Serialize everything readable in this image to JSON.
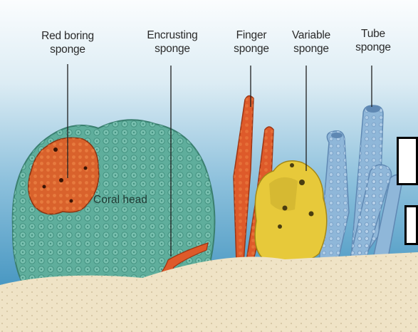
{
  "labels": {
    "red_boring": "Red boring\nsponge",
    "encrusting": "Encrusting\nsponge",
    "finger": "Finger\nsponge",
    "variable": "Variable\nsponge",
    "tube": "Tube\nsponge",
    "coral_head": "Coral head"
  },
  "colors": {
    "water_top": "#fbfdfe",
    "water_bottom": "#2b86b7",
    "coral": "#5fae9c",
    "red_sponge": "#d9622c",
    "finger_sponge": "#de5a2a",
    "variable_sponge": "#e7c93a",
    "tube_sponge": "#8fb7d9",
    "sand": "#efe3c6"
  }
}
